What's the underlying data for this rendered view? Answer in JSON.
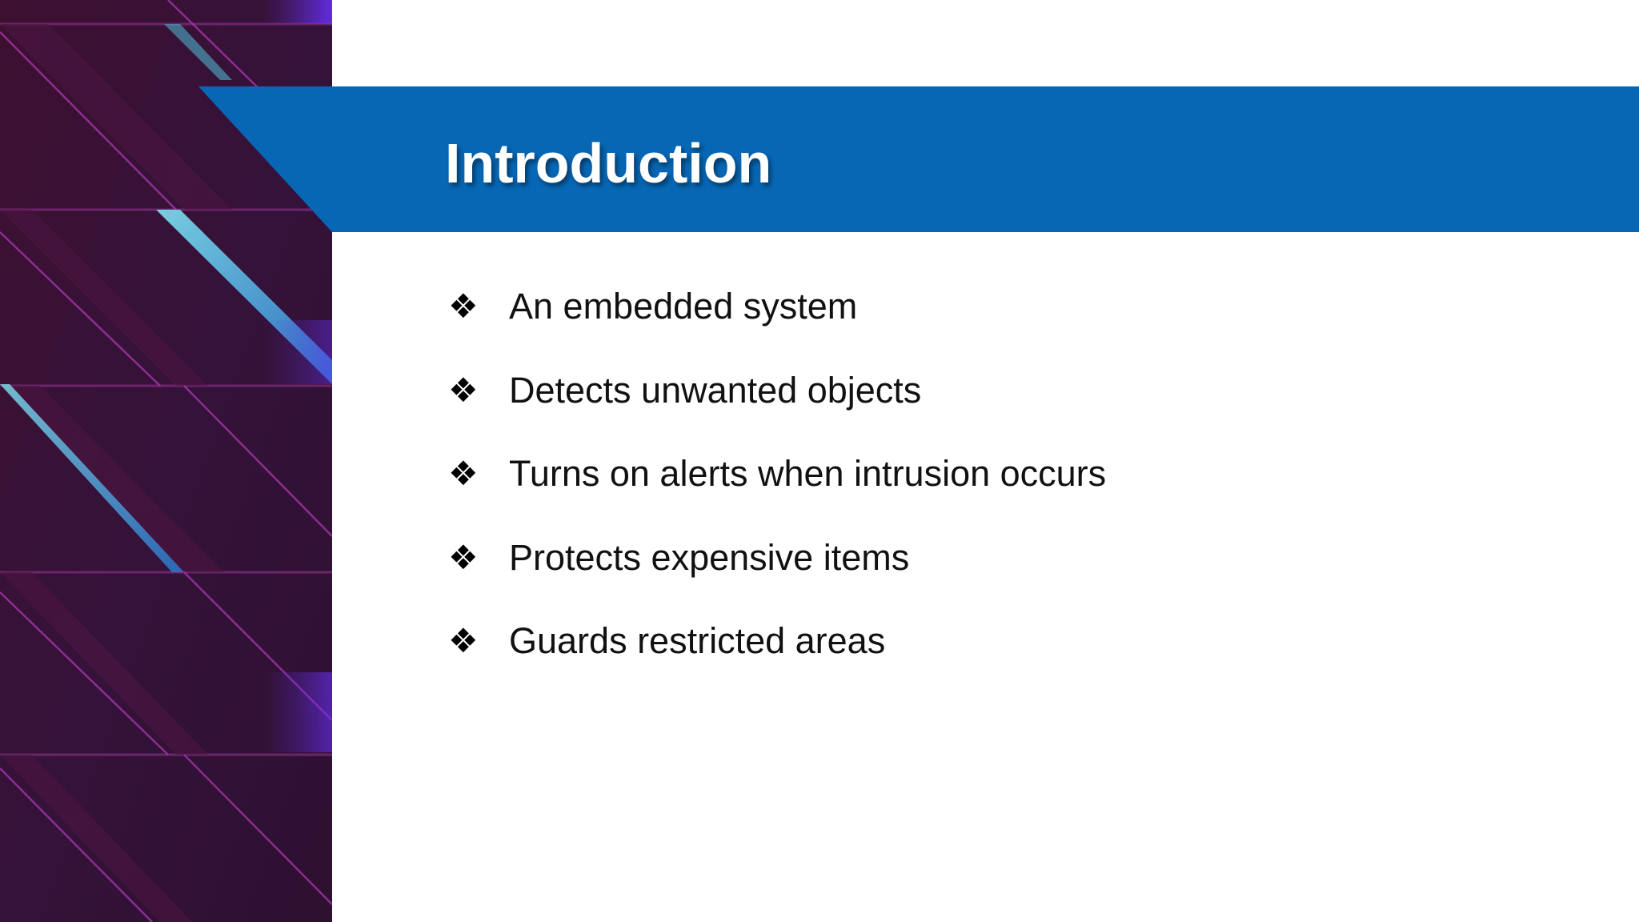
{
  "slide": {
    "title": "Introduction",
    "bullet_icon": "four-diamond-bullet-icon",
    "bullets": [
      "An embedded system",
      "Detects unwanted objects",
      "Turns on alerts when intrusion occurs",
      "Protects expensive items",
      "Guards restricted areas"
    ]
  },
  "colors": {
    "title_band": "#0767b5",
    "background": "#ffffff",
    "side_art_base": "#3a1230",
    "side_art_accent": "#3a7fd0",
    "side_art_highlight": "#5fc8e6"
  }
}
